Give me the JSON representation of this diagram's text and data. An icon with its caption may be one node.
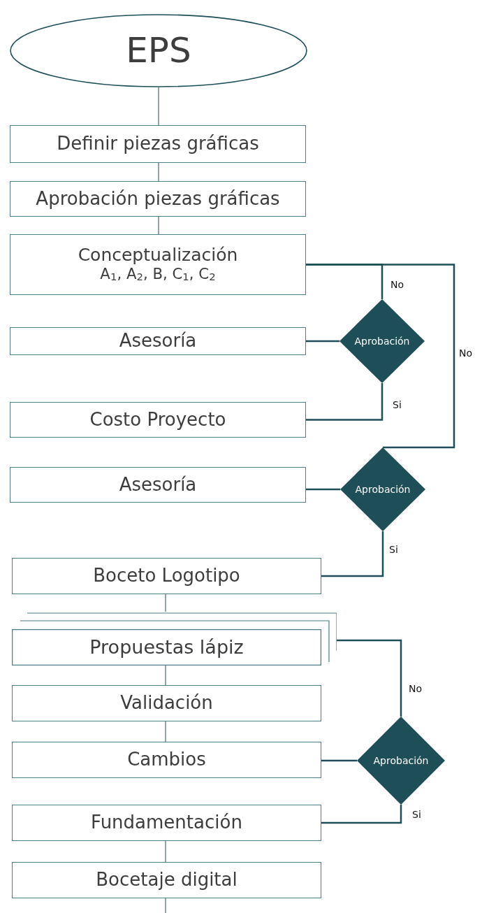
{
  "diagram": {
    "nodes": [
      {
        "text": [
          "EPS"
        ]
      },
      {
        "text": [
          "Definir piezas gráficas"
        ]
      },
      {
        "text": [
          "Aprobación piezas gráficas"
        ]
      },
      {
        "text": [
          "Conceptualización",
          "A$_{1}$, A$_{2}$, B, C$_{1}$, C$_{2}$"
        ]
      },
      {
        "text": [
          "Asesoría"
        ]
      },
      {
        "text": [
          "Aprobación"
        ]
      },
      {
        "text": [
          "Costo Proyecto"
        ]
      },
      {
        "text": [
          "Asesoría"
        ]
      },
      {
        "text": [
          "Aprobación"
        ]
      },
      {
        "text": [
          "Boceto Logotipo"
        ]
      },
      {
        "text": [
          "Propuestas lápiz"
        ]
      },
      {
        "text": [
          "Validación"
        ]
      },
      {
        "text": [
          "Cambios"
        ]
      },
      {
        "text": [
          "Aprobación"
        ]
      },
      {
        "text": [
          "Fundamentación"
        ]
      },
      {
        "text": [
          "Bocetaje digital"
        ]
      }
    ],
    "edges": [
      {
        "from": 0,
        "to": 1,
        "arrow": "none"
      },
      {
        "from": 1,
        "to": 2,
        "arrow": "none"
      },
      {
        "from": 2,
        "to": 3,
        "arrow": "none"
      },
      {
        "from": 3,
        "to": 5,
        "arrow": "none",
        "label": "No"
      },
      {
        "from": 3,
        "to": 8,
        "arrow": "none",
        "label": "No"
      },
      {
        "from": 5,
        "to": 4,
        "arrow": "none"
      },
      {
        "from": 5,
        "to": 6,
        "arrow": "none",
        "label": "Si"
      },
      {
        "from": 8,
        "to": 7,
        "arrow": "none"
      },
      {
        "from": 8,
        "to": 9,
        "arrow": "none",
        "label": "Si"
      },
      {
        "from": 9,
        "to": 10,
        "arrow": "none"
      },
      {
        "from": 10,
        "to": 11,
        "arrow": "none"
      },
      {
        "from": 11,
        "to": 12,
        "arrow": "none"
      },
      {
        "from": 12,
        "to": 13,
        "arrow": "none"
      },
      {
        "from": 13,
        "to": 10,
        "arrow": "none",
        "label": "No"
      },
      {
        "from": 13,
        "to": 14,
        "arrow": "none",
        "label": "Si"
      },
      {
        "from": 14,
        "to": 15,
        "arrow": "none"
      },
      {
        "from": 15,
        "to": null,
        "arrow": "none"
      }
    ]
  }
}
